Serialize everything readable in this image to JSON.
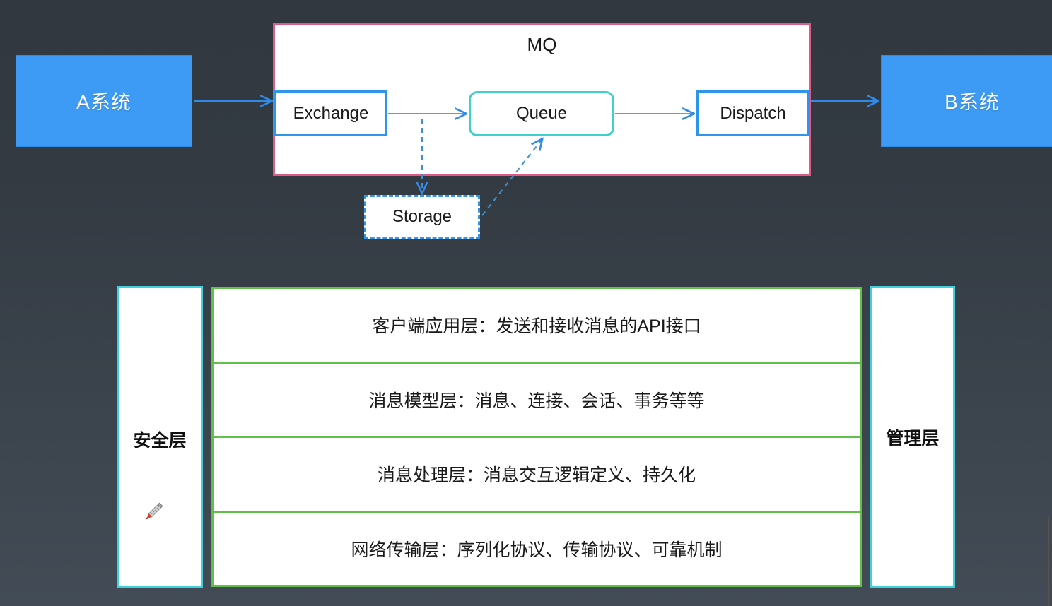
{
  "canvas": {
    "background_top": "#313840",
    "background_bottom": "#434c56"
  },
  "flow": {
    "source_system": "A系统",
    "target_system": "B系统",
    "mq": {
      "title": "MQ",
      "border_color": "#e05a86",
      "nodes": {
        "exchange": "Exchange",
        "queue": "Queue",
        "dispatch": "Dispatch"
      }
    },
    "storage": "Storage",
    "arrows": [
      {
        "from": "A系统",
        "to": "Exchange",
        "style": "solid"
      },
      {
        "from": "Exchange",
        "to": "Queue",
        "style": "solid"
      },
      {
        "from": "Queue",
        "to": "Dispatch",
        "style": "solid"
      },
      {
        "from": "Dispatch",
        "to": "B系统",
        "style": "solid"
      },
      {
        "from": "Exchange-Queue-link",
        "to": "Storage",
        "style": "dashed"
      },
      {
        "from": "Storage",
        "to": "Queue",
        "style": "dashed"
      }
    ]
  },
  "architecture": {
    "left_column": "安全层",
    "right_column": "管理层",
    "layers": [
      "客户端应用层：发送和接收消息的API接口",
      "消息模型层：消息、连接、会话、事务等等",
      "消息处理层：消息交互逻辑定义、持久化",
      "网络传输层：序列化协议、传输协议、可靠机制"
    ],
    "layer_border_color": "#62c04a",
    "column_border_color": "#3fd0dd"
  },
  "cursor": {
    "icon": "pencil-icon"
  }
}
